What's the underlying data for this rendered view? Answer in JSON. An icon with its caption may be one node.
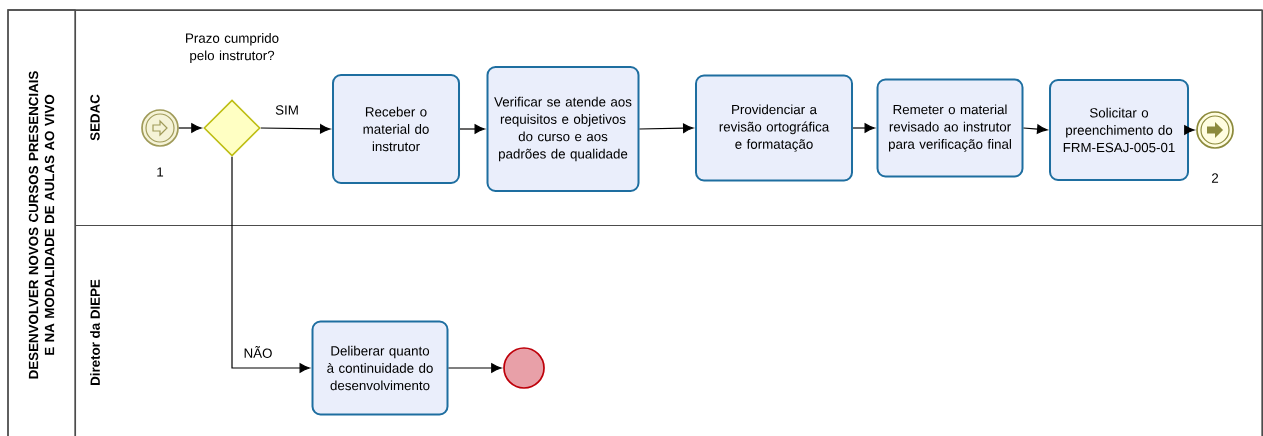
{
  "diagram": {
    "nodes": [
      {
        "text": [
          "DESENVOLVER NOVOS CURSOS PRESENCIAIS E NA MODALIDADE DE AULAS AO VIVO"
        ]
      },
      {
        "text": [
          "SEDAC"
        ],
        "in": 0
      },
      {
        "text": [
          "Diretor da DIEPE"
        ],
        "in": 0
      },
      {
        "text": [],
        "shape": "circle",
        "beside": [
          "1"
        ],
        "in": 1
      },
      {
        "text": [],
        "shape": "diamond",
        "beside": [
          "Prazo cumprido pelo instrutor?"
        ],
        "in": 1
      },
      {
        "text": [
          "Receber o material do instrutor"
        ],
        "in": 1
      },
      {
        "text": [
          "Verificar se atende aos requisitos e objetivos do curso e aos padrões de qualidade"
        ],
        "in": 1
      },
      {
        "text": [
          "Providenciar a revisão ortográfica e formatação"
        ],
        "in": 1
      },
      {
        "text": [
          "Remeter o material revisado ao instrutor para verificação final"
        ],
        "in": 1
      },
      {
        "text": [
          "Solicitar o preenchimento do FRM-ESAJ-005-01"
        ],
        "in": 1
      },
      {
        "text": [],
        "shape": "circle",
        "beside": [
          "2"
        ],
        "in": 1
      },
      {
        "text": [
          "Deliberar quanto à continuidade do desenvolvimento"
        ],
        "in": 2
      },
      {
        "text": [],
        "shape": "circle",
        "in": 2
      }
    ],
    "edges": [
      {
        "from": 3,
        "to": 4,
        "arrow": "to"
      },
      {
        "from": 4,
        "to": 5,
        "arrow": "to",
        "label": "SIM"
      },
      {
        "from": 5,
        "to": 6,
        "arrow": "to"
      },
      {
        "from": 6,
        "to": 7,
        "arrow": "to"
      },
      {
        "from": 7,
        "to": 8,
        "arrow": "to"
      },
      {
        "from": 8,
        "to": 9,
        "arrow": "to"
      },
      {
        "from": 9,
        "to": 10,
        "arrow": "to"
      },
      {
        "from": 4,
        "to": 11,
        "arrow": "to",
        "label": "NÃO"
      },
      {
        "from": 11,
        "to": 12,
        "arrow": "to"
      }
    ]
  }
}
